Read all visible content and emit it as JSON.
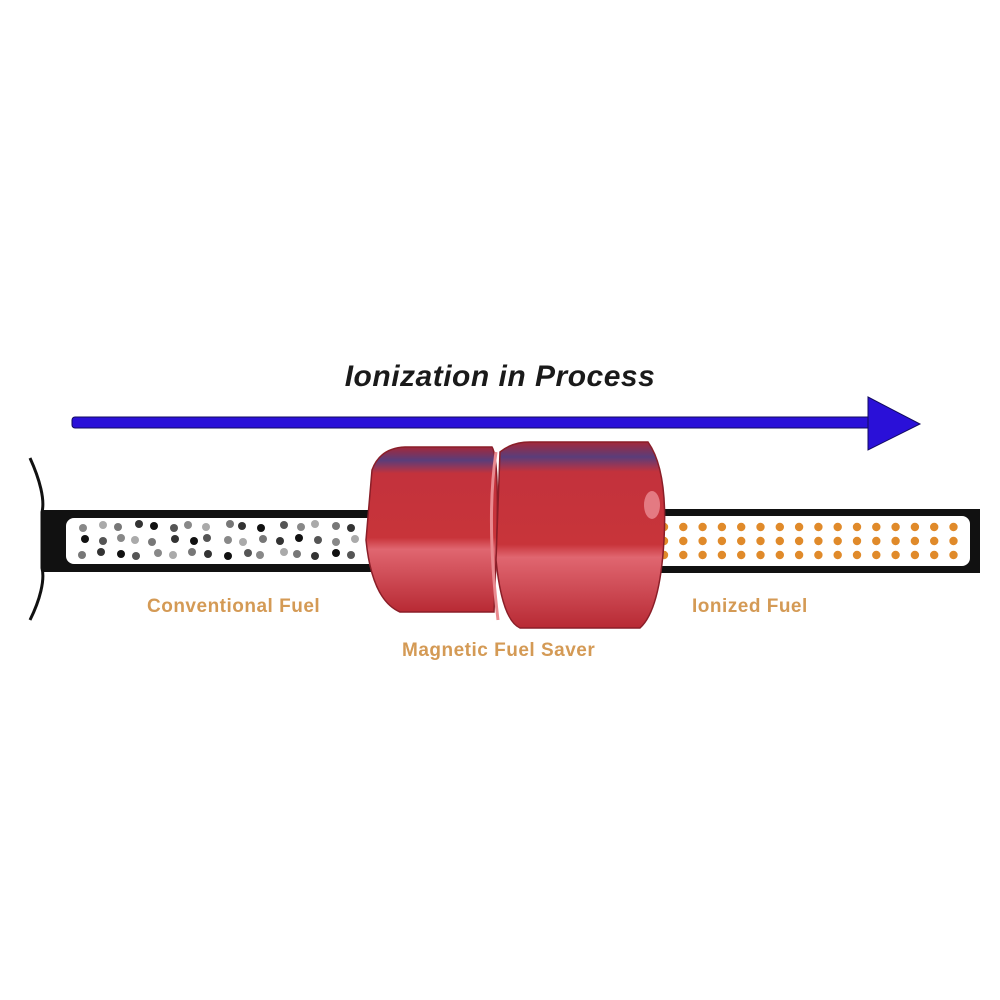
{
  "diagram": {
    "title": "Ionization in Process",
    "labels": {
      "left_pipe": "Conventional Fuel",
      "device": "Magnetic Fuel Saver",
      "right_pipe": "Ionized Fuel"
    },
    "colors": {
      "arrow": "#2a10d8",
      "device": "#c8303a",
      "label": "#d49a55",
      "ionized_particle": "#e08a2a",
      "pipe": "#111111"
    },
    "flow_direction": "left-to-right",
    "ionized_grid": {
      "rows": 3,
      "cols": 16
    }
  }
}
